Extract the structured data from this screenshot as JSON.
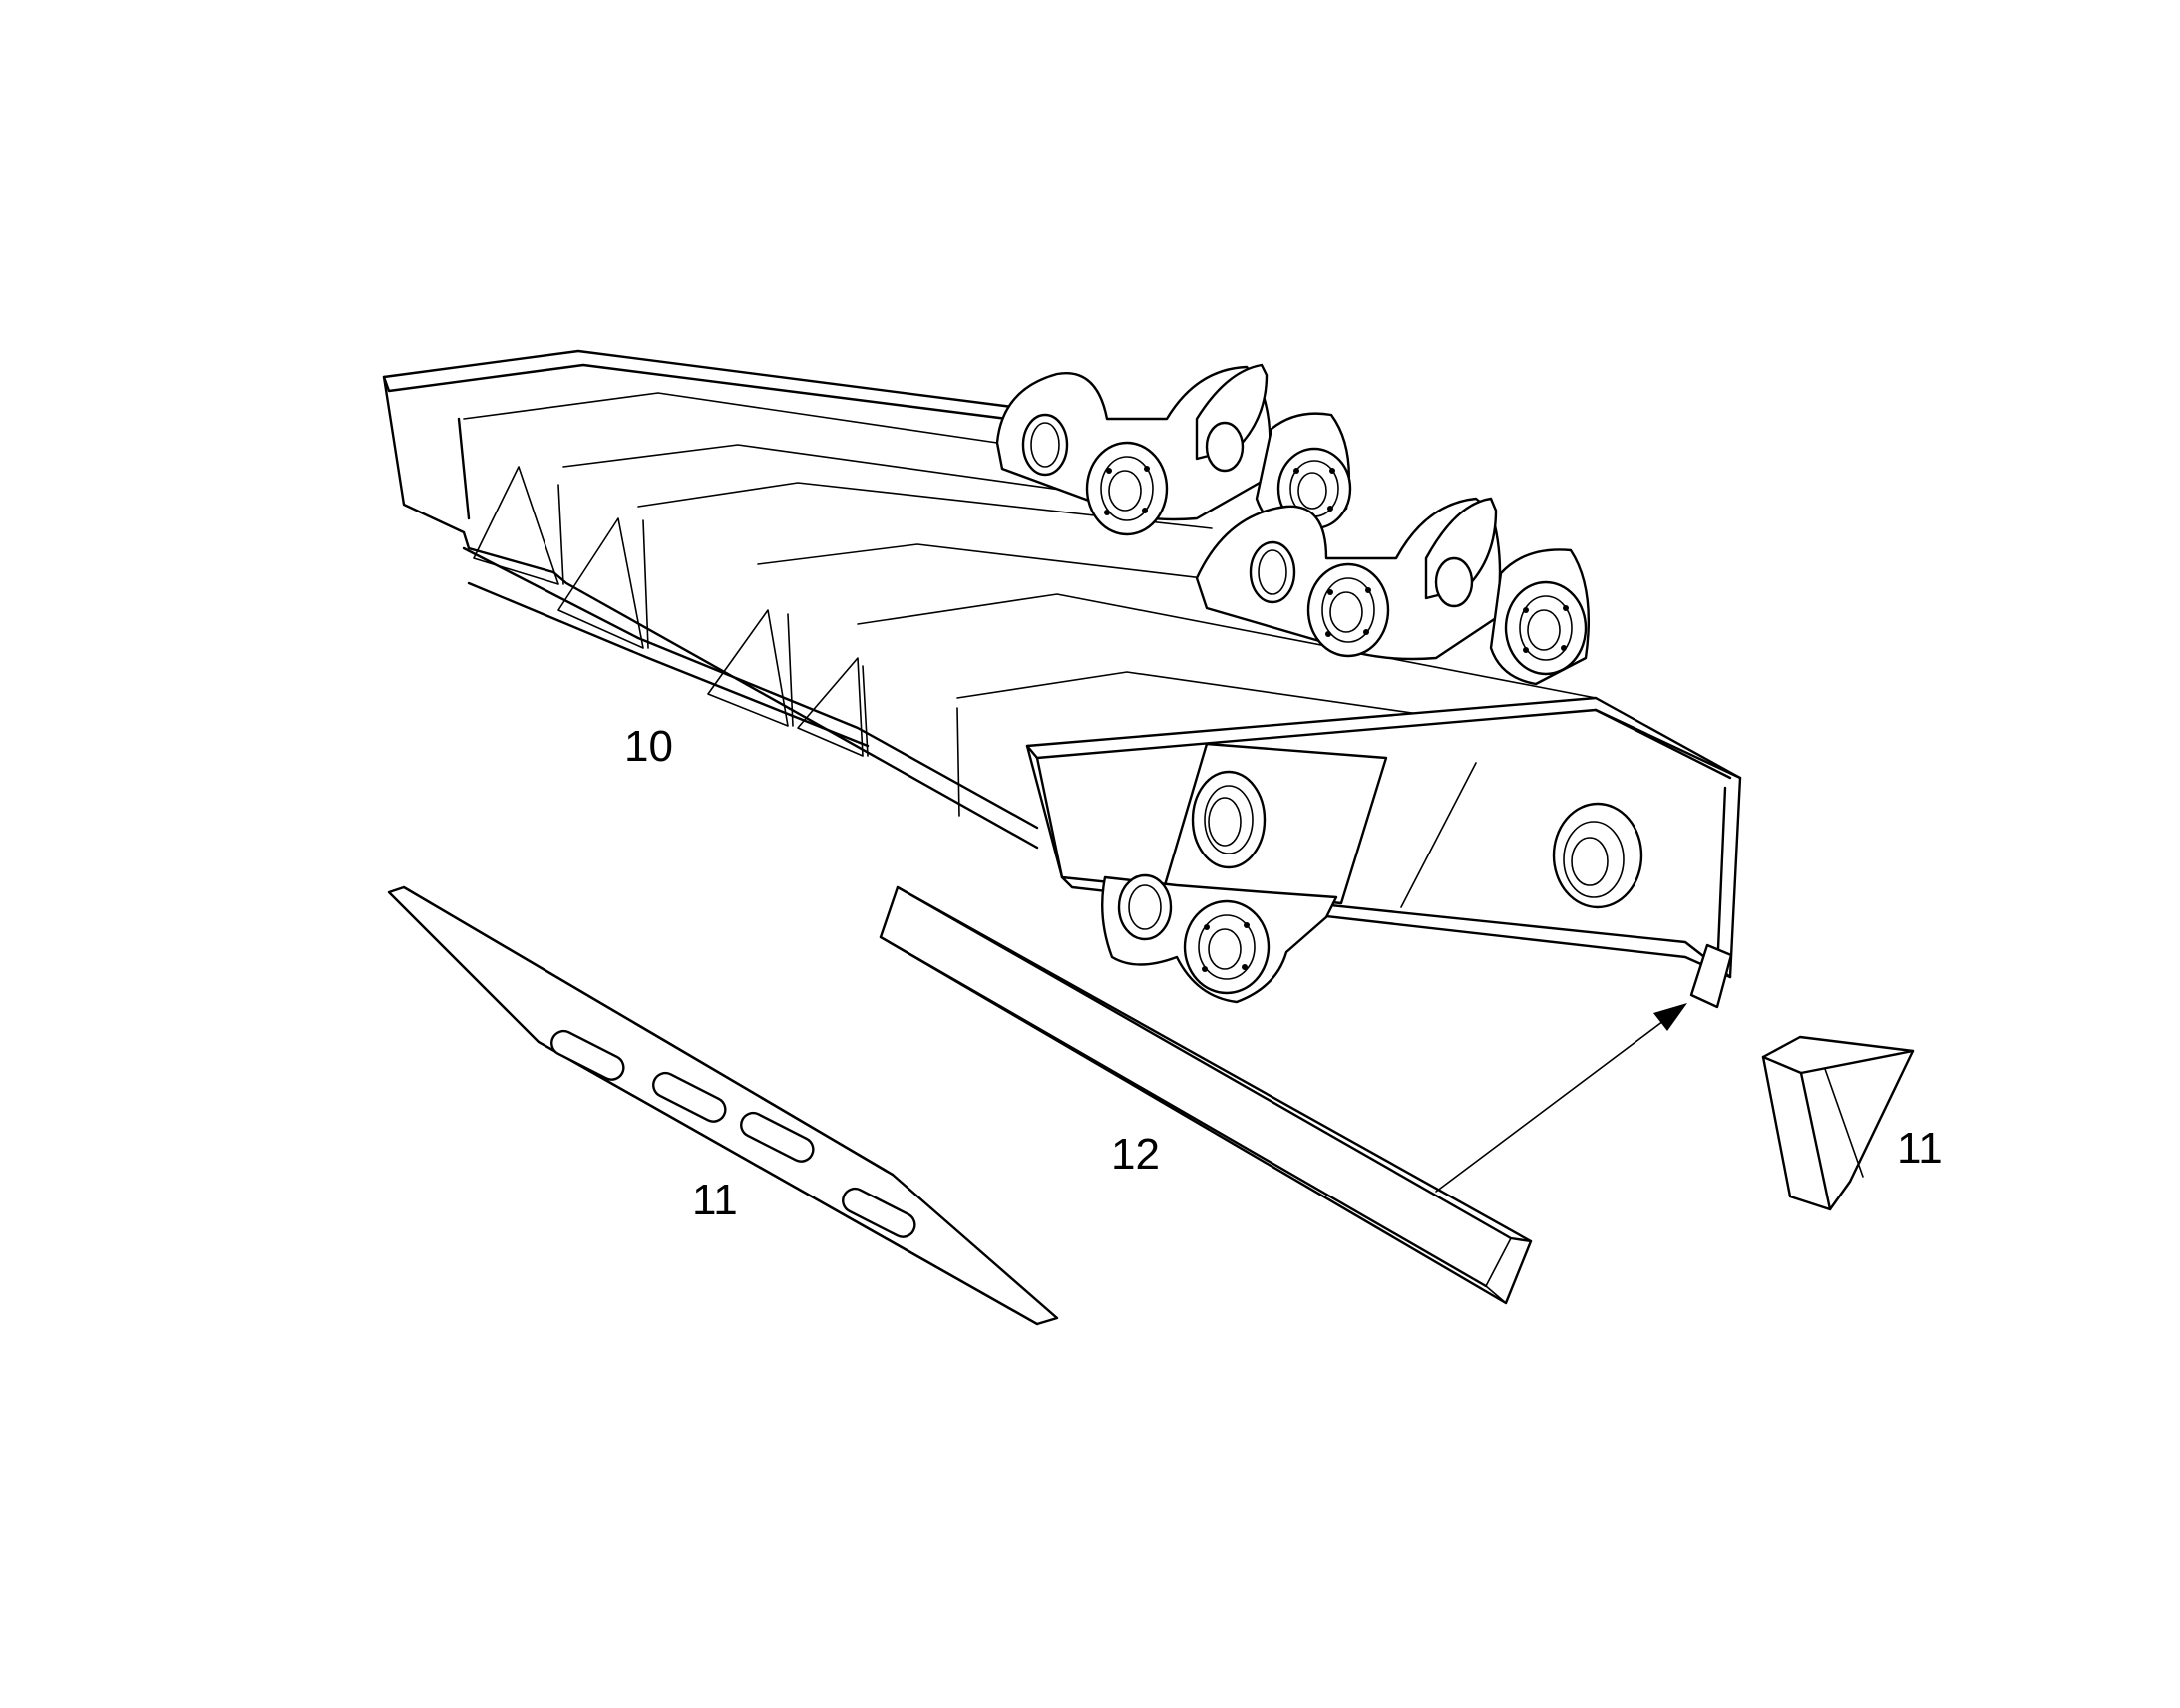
{
  "callouts": {
    "frame": "10",
    "cutting_edge": "11",
    "side_cutter": "11",
    "wear_strip": "12"
  }
}
